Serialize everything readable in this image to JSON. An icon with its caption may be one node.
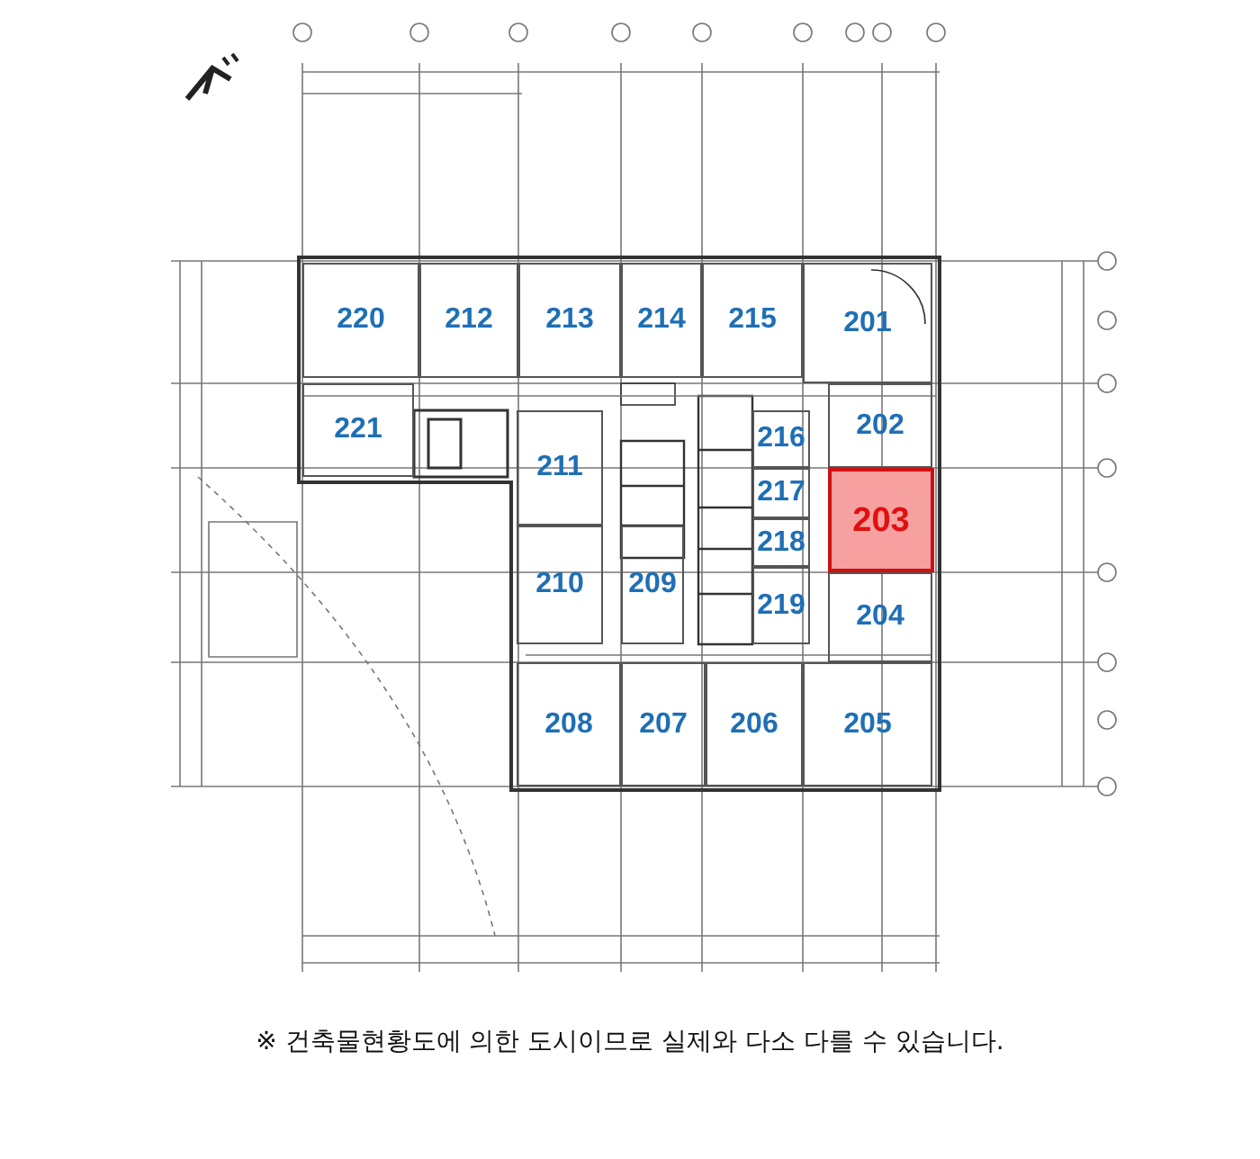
{
  "diagram": {
    "caption": "※ 건축물현황도에 의한 도시이므로 실제와 다소 다를 수 있습니다.",
    "nodes": [
      {
        "text": [
          "220"
        ]
      },
      {
        "text": [
          "212"
        ]
      },
      {
        "text": [
          "213"
        ]
      },
      {
        "text": [
          "214"
        ]
      },
      {
        "text": [
          "215"
        ]
      },
      {
        "text": [
          "201"
        ]
      },
      {
        "text": [
          "221"
        ]
      },
      {
        "text": [
          "202"
        ]
      },
      {
        "text": [
          "211"
        ]
      },
      {
        "text": [
          "216"
        ]
      },
      {
        "text": [
          "217"
        ]
      },
      {
        "text": [
          "203"
        ]
      },
      {
        "text": [
          "218"
        ]
      },
      {
        "text": [
          "210"
        ]
      },
      {
        "text": [
          "209"
        ]
      },
      {
        "text": [
          "219"
        ]
      },
      {
        "text": [
          "204"
        ]
      },
      {
        "text": [
          "208"
        ]
      },
      {
        "text": [
          "207"
        ]
      },
      {
        "text": [
          "206"
        ]
      },
      {
        "text": [
          "205"
        ]
      }
    ],
    "edges": []
  }
}
